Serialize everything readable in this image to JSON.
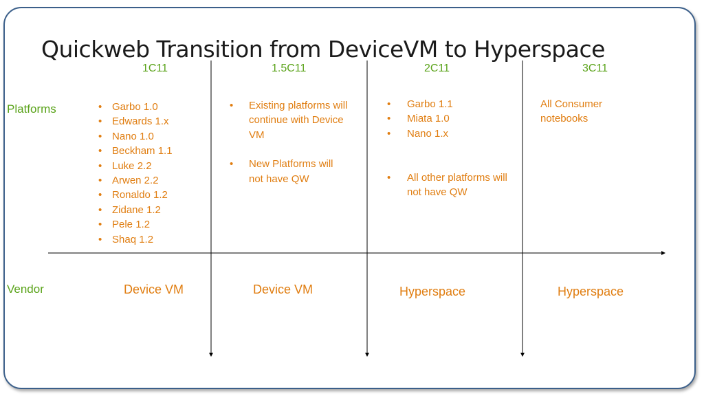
{
  "title": "Quickweb Transition from DeviceVM to Hyperspace",
  "columns": [
    "1C11",
    "1.5C11",
    "2C11",
    "3C11"
  ],
  "rows": {
    "platforms": "Platforms",
    "vendor": "Vendor"
  },
  "platforms": {
    "c1": [
      "Garbo 1.0",
      "Edwards 1.x",
      "Nano 1.0",
      "Beckham 1.1",
      "Luke 2.2",
      "Arwen 2.2",
      "Ronaldo 1.2",
      "Zidane 1.2",
      "Pele 1.2",
      "Shaq 1.2"
    ],
    "c2": [
      "Existing platforms will continue with Device VM",
      "New Platforms will not have QW"
    ],
    "c3a": [
      "Garbo 1.1",
      "Miata 1.0",
      "Nano 1.x"
    ],
    "c3b": [
      "All other platforms will not have QW"
    ],
    "c4": "All Consumer notebooks"
  },
  "vendors": [
    "Device VM",
    "Device VM",
    "Hyperspace",
    "Hyperspace"
  ],
  "colors": {
    "heading": "#5aa31a",
    "content": "#e07d10",
    "border": "#3b5f8a"
  }
}
